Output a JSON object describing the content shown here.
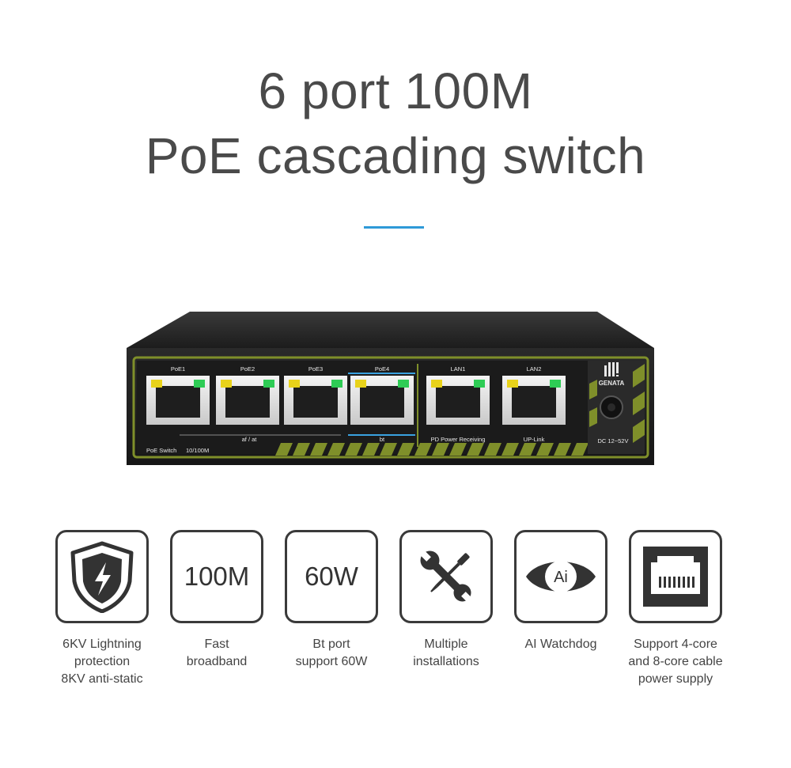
{
  "title": {
    "line1": "6 port 100M",
    "line2": "PoE cascading switch"
  },
  "colors": {
    "accent": "#2e9ad8",
    "device_body": "#222222",
    "device_trim": "#7f8f2a",
    "poe_link": "#3aa2e0"
  },
  "device": {
    "brand": "GENATA",
    "ports": [
      {
        "label": "PoE1"
      },
      {
        "label": "PoE2"
      },
      {
        "label": "PoE3"
      },
      {
        "label": "PoE4"
      },
      {
        "label": "LAN1"
      },
      {
        "label": "LAN2"
      }
    ],
    "group_label_afat": "af / at",
    "group_label_bt": "bt",
    "lan1_sub": "PD Power Receiving",
    "lan2_sub": "UP-Link",
    "bottom_left_label": "PoE Switch",
    "bottom_left_speed": "10/100M",
    "power_label": "DC 12~52V"
  },
  "features": [
    {
      "icon": "shield-lightning-icon",
      "caption": [
        "6KV Lightning",
        "protection",
        "8KV anti-static"
      ]
    },
    {
      "icon": "",
      "box_text": "100M",
      "caption": [
        "Fast",
        "broadband"
      ]
    },
    {
      "icon": "",
      "box_text": "60W",
      "caption": [
        "Bt port",
        "support 60W"
      ]
    },
    {
      "icon": "wrench-screwdriver-icon",
      "caption": [
        "Multiple",
        "installations"
      ]
    },
    {
      "icon": "ai-eye-icon",
      "icon_text": "Ai",
      "caption": [
        "AI Watchdog"
      ]
    },
    {
      "icon": "rj45-port-icon",
      "caption": [
        "Support 4-core",
        "and 8-core cable",
        "power supply"
      ]
    }
  ]
}
